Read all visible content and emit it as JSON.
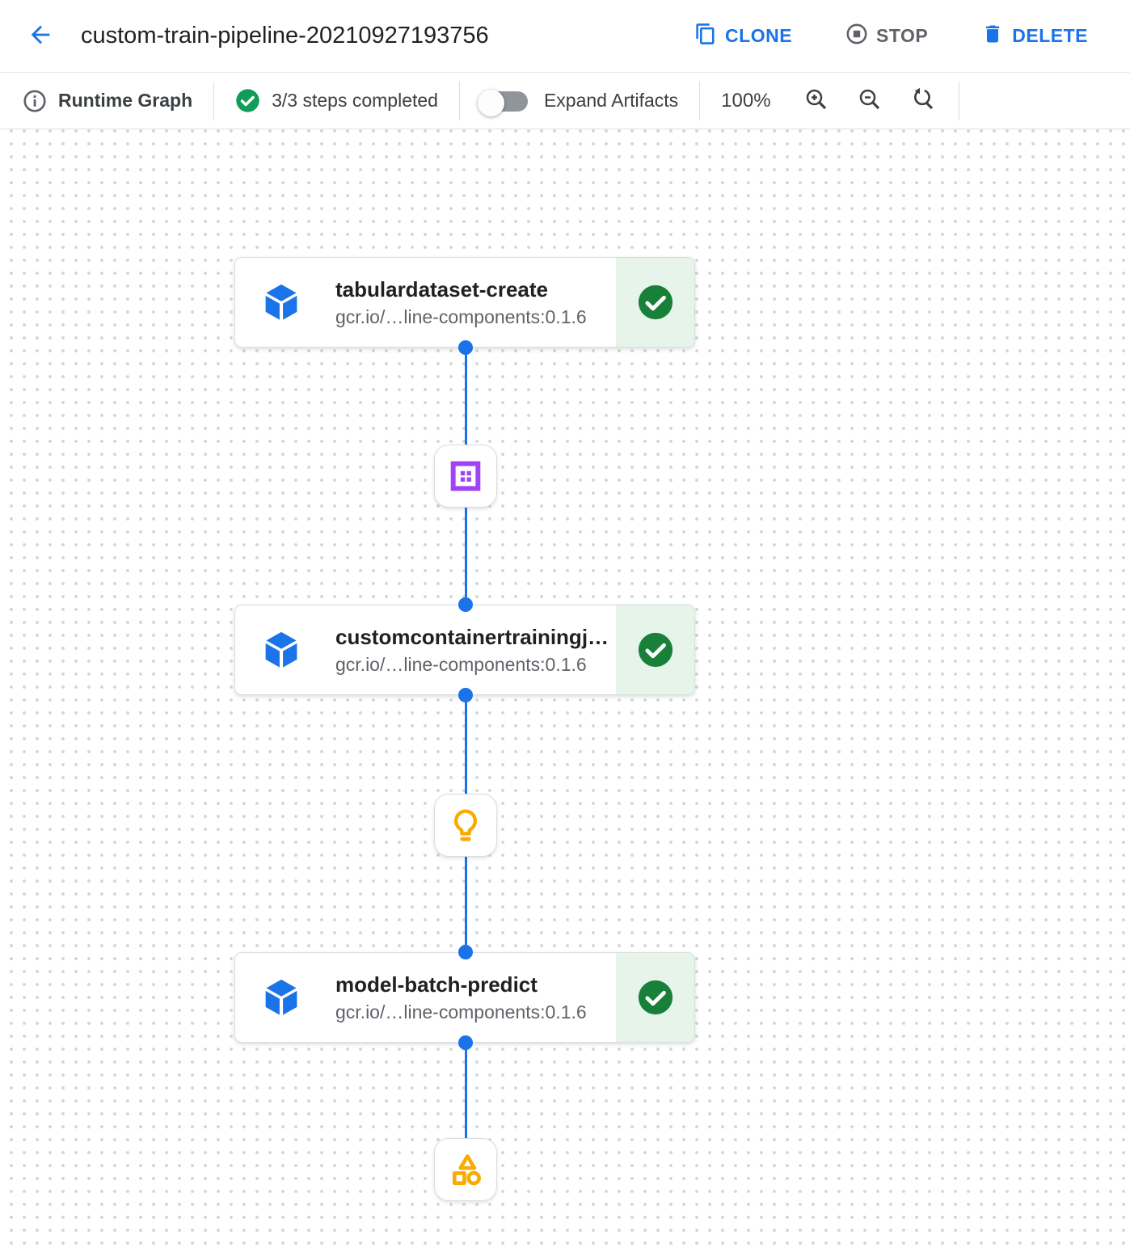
{
  "header": {
    "title": "custom-train-pipeline-20210927193756",
    "actions": {
      "clone": "CLONE",
      "stop": "STOP",
      "delete": "DELETE"
    }
  },
  "toolbar": {
    "view_label": "Runtime Graph",
    "status": "3/3 steps completed",
    "toggle_label": "Expand Artifacts",
    "toggle_on": false,
    "zoom_level": "100%",
    "zoom_controls": [
      "zoom-in-icon",
      "zoom-out-icon",
      "zoom-reset-icon"
    ]
  },
  "graph": {
    "nodes": [
      {
        "name": "tabulardataset-create",
        "image": "gcr.io/…line-components:0.1.6",
        "status": "completed",
        "icon": "component-cube-icon"
      },
      {
        "name": "customcontainertrainingj…",
        "image": "gcr.io/…line-components:0.1.6",
        "status": "completed",
        "icon": "component-cube-icon"
      },
      {
        "name": "model-batch-predict",
        "image": "gcr.io/…line-components:0.1.6",
        "status": "completed",
        "icon": "component-cube-icon"
      }
    ],
    "artifacts": [
      {
        "type": "dataset",
        "icon": "dataset-table-icon",
        "color": "#a142f4"
      },
      {
        "type": "model",
        "icon": "model-lightbulb-icon",
        "color": "#f9ab00"
      },
      {
        "type": "generic",
        "icon": "artifact-shapes-icon",
        "color": "#f9ab00"
      }
    ],
    "flow": [
      "tabulardataset-create",
      "dataset-artifact",
      "customcontainertrainingj…",
      "model-artifact",
      "model-batch-predict",
      "generic-artifact"
    ]
  },
  "colors": {
    "accent_blue": "#1a73e8",
    "edge_blue": "#1a73e8",
    "toolbar_green": "#0f9d58",
    "node_check_green": "#188038",
    "status_bg_green": "#e6f4ea",
    "artifact_purple": "#a142f4",
    "artifact_yellow": "#f9ab00",
    "gray_text": "#5f6368",
    "dark_text": "#202124",
    "border": "#dadce0",
    "grid_dot": "#d4d4d4"
  }
}
